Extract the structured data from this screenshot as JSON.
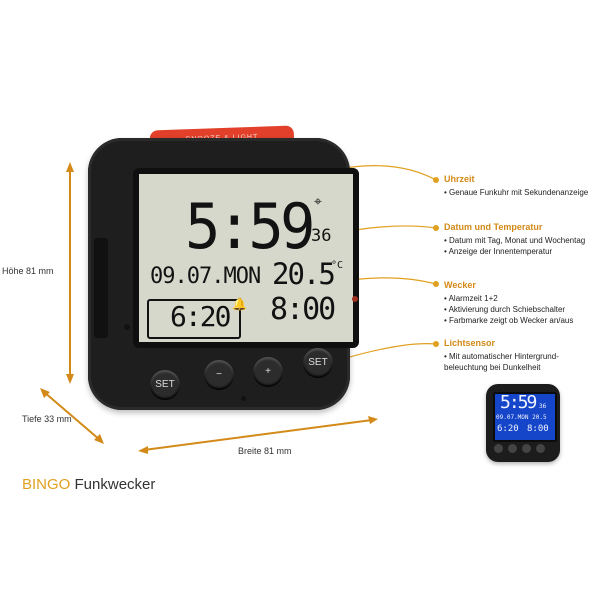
{
  "product": {
    "brand": "BINGO",
    "type": "Funkwecker"
  },
  "clock": {
    "snooze_label": "SNOOZE & LIGHT",
    "time": "5:59",
    "seconds": "36",
    "date": "09.07.MON",
    "temperature": "20.5",
    "temp_unit": "°C",
    "alarm1": "6:20",
    "alarm2": "8:00",
    "buttons": {
      "set1": "SET",
      "minus": "−",
      "plus": "+",
      "set2": "SET"
    }
  },
  "dimensions": {
    "height": "Höhe 81 mm",
    "depth": "Tiefe 33 mm",
    "width": "Breite 81 mm"
  },
  "features": [
    {
      "title": "Uhrzeit",
      "bullets": [
        "Genaue Funkuhr mit Sekundenanzeige"
      ]
    },
    {
      "title": "Datum und Temperatur",
      "bullets": [
        "Datum mit Tag, Monat und Wochentag",
        "Anzeige der Innentemperatur"
      ]
    },
    {
      "title": "Wecker",
      "bullets": [
        "Alarmzeit 1+2",
        "Aktivierung durch Schiebschalter",
        "Farbmarke zeigt ob Wecker an/aus"
      ]
    },
    {
      "title": "Lichtsensor",
      "bullets": [
        "Mit automatischer Hintergrund- beleuchtung bei Dunkelheit"
      ]
    }
  ],
  "mini_clock": {
    "time": "5:59",
    "seconds": "36",
    "date": "09.07.MON 20.5",
    "alarm1": "6:20",
    "alarm2": "8:00"
  },
  "colors": {
    "accent": "#d38a18",
    "lcd": "#d7d8cc",
    "body": "#1e1e1e",
    "snooze": "#e2402a",
    "backlight": "#1545c8"
  }
}
